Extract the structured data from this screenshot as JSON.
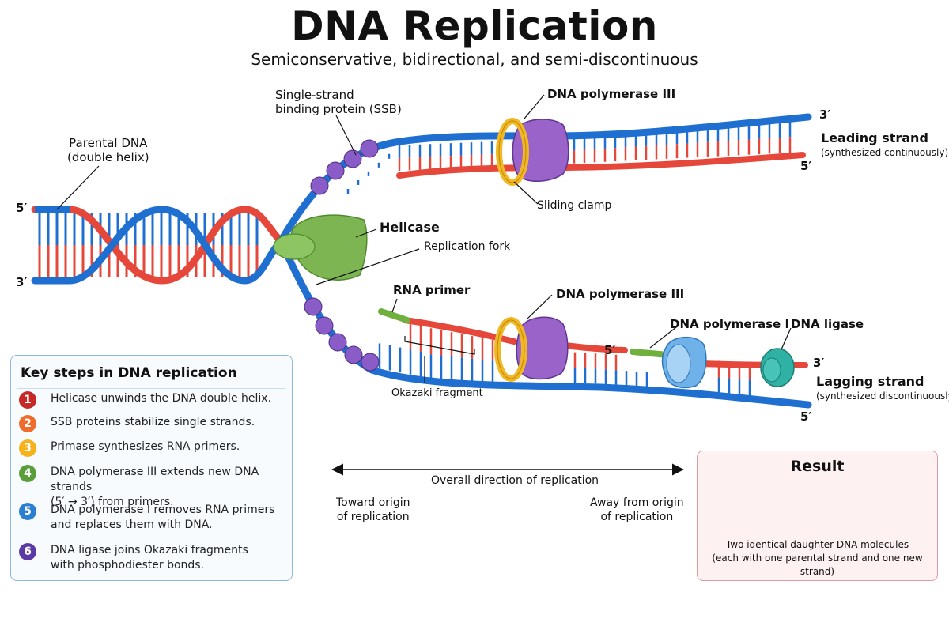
{
  "title": "DNA Replication",
  "subtitle": "Semiconservative, bidirectional, and semi-discontinuous",
  "labels": {
    "parental_dna": "Parental DNA",
    "parental_dna_sub": "(double helix)",
    "ssb_line1": "Single-strand",
    "ssb_line2": "binding protein (SSB)",
    "pol3_top": "DNA polymerase III",
    "sliding_clamp": "Sliding clamp",
    "helicase": "Helicase",
    "replication_fork": "Replication fork",
    "rna_primer": "RNA primer",
    "pol3_bottom": "DNA polymerase III",
    "pol1": "DNA polymerase I",
    "ligase": "DNA ligase",
    "okazaki": "Okazaki fragment",
    "leading_strand": "Leading strand",
    "leading_strand_sub": "(synthesized continuously)",
    "lagging_strand": "Lagging strand",
    "lagging_strand_sub": "(synthesized discontinuously)"
  },
  "ends": {
    "parental_5": "5′",
    "parental_3": "3′",
    "leading_3": "3′",
    "leading_5": "5′",
    "lagging_3": "3′",
    "lagging_5": "5′",
    "fragment_5": "5′"
  },
  "direction": {
    "label": "Overall direction of replication",
    "toward_line1": "Toward origin",
    "toward_line2": "of replication",
    "away_line1": "Away from origin",
    "away_line2": "of replication"
  },
  "steps": {
    "title": "Key steps in DNA replication",
    "items": [
      {
        "num": "1",
        "color": "#c62828",
        "text1": "Helicase unwinds the DNA double helix.",
        "text2": ""
      },
      {
        "num": "2",
        "color": "#ef6c2c",
        "text1": "SSB proteins stabilize single strands.",
        "text2": ""
      },
      {
        "num": "3",
        "color": "#f5b21b",
        "text1": "Primase synthesizes RNA primers.",
        "text2": ""
      },
      {
        "num": "4",
        "color": "#5a9e3a",
        "text1": "DNA polymerase III extends new DNA strands",
        "text2": "(5′ → 3′) from primers."
      },
      {
        "num": "5",
        "color": "#2b7fd3",
        "text1": "DNA polymerase I removes RNA primers",
        "text2": "and replaces them with DNA."
      },
      {
        "num": "6",
        "color": "#5b3aa8",
        "text1": "DNA ligase joins Okazaki fragments",
        "text2": "with phosphodiester bonds."
      }
    ]
  },
  "result": {
    "title": "Result",
    "caption1": "Two identical daughter DNA molecules",
    "caption2": "(each with one parental strand and one new strand)"
  },
  "colors": {
    "parental_strand": "#1f6fd1",
    "new_strand": "#e5483a",
    "rna_primer": "#6fb03f",
    "ssb": "#8a5cc8",
    "helicase": "#7cb552",
    "polymerase_iii": "#9a63c9",
    "sliding_clamp": "#f2b824",
    "polymerase_i": "#6fb2ea",
    "ligase": "#2fb1a4"
  }
}
